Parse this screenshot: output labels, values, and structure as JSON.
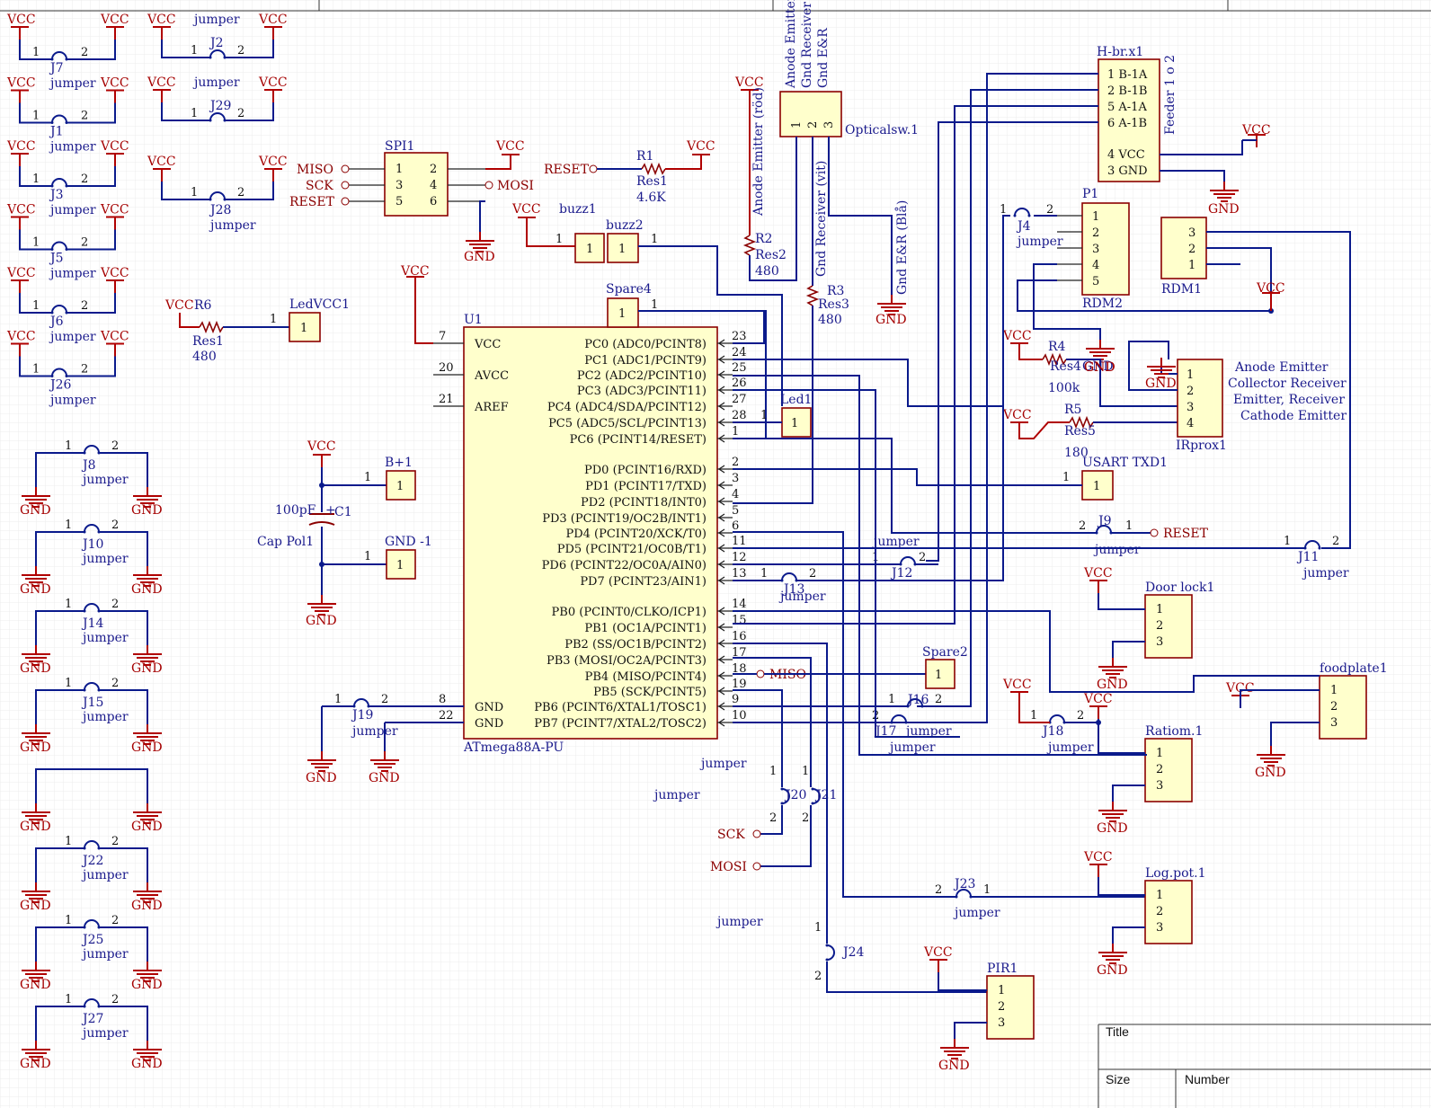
{
  "title_block": {
    "title": "Title",
    "size": "Size",
    "number": "Number"
  },
  "rails": {
    "vcc": "VCC",
    "gnd": "GND"
  },
  "mcu": {
    "designator": "U1",
    "part": "ATmega88A-PU",
    "left_pins": [
      {
        "num": "7",
        "name": "VCC"
      },
      {
        "num": "20",
        "name": "AVCC"
      },
      {
        "num": "21",
        "name": "AREF"
      },
      {
        "num": "8",
        "name": "GND"
      },
      {
        "num": "22",
        "name": "GND"
      }
    ],
    "right_pins": [
      {
        "num": "23",
        "name": "PC0 (ADC0/PCINT8)"
      },
      {
        "num": "24",
        "name": "PC1 (ADC1/PCINT9)"
      },
      {
        "num": "25",
        "name": "PC2 (ADC2/PCINT10)"
      },
      {
        "num": "26",
        "name": "PC3 (ADC3/PCINT11)"
      },
      {
        "num": "27",
        "name": "PC4 (ADC4/SDA/PCINT12)"
      },
      {
        "num": "28",
        "name": "PC5 (ADC5/SCL/PCINT13)"
      },
      {
        "num": "1",
        "name": "PC6 (PCINT14/RESET)"
      },
      {
        "num": "2",
        "name": "PD0 (PCINT16/RXD)"
      },
      {
        "num": "3",
        "name": "PD1 (PCINT17/TXD)"
      },
      {
        "num": "4",
        "name": "PD2 (PCINT18/INT0)"
      },
      {
        "num": "5",
        "name": "PD3 (PCINT19/OC2B/INT1)"
      },
      {
        "num": "6",
        "name": "PD4 (PCINT20/XCK/T0)"
      },
      {
        "num": "11",
        "name": "PD5 (PCINT21/OC0B/T1)"
      },
      {
        "num": "12",
        "name": "PD6 (PCINT22/OC0A/AIN0)"
      },
      {
        "num": "13",
        "name": "PD7 (PCINT23/AIN1)"
      },
      {
        "num": "14",
        "name": "PB0 (PCINT0/CLKO/ICP1)"
      },
      {
        "num": "15",
        "name": "PB1 (OC1A/PCINT1)"
      },
      {
        "num": "16",
        "name": "PB2 (SS/OC1B/PCINT2)"
      },
      {
        "num": "17",
        "name": "PB3 (MOSI/OC2A/PCINT3)"
      },
      {
        "num": "18",
        "name": "PB4 (MISO/PCINT4)"
      },
      {
        "num": "19",
        "name": "PB5 (SCK/PCINT5)"
      },
      {
        "num": "9",
        "name": "PB6 (PCINT6/XTAL1/TOSC1)"
      },
      {
        "num": "10",
        "name": "PB7 (PCINT7/XTAL2/TOSC2)"
      }
    ]
  },
  "vcc_jumpers": [
    {
      "ref": "J7",
      "note": "jumper"
    },
    {
      "ref": "J1",
      "note": "jumper"
    },
    {
      "ref": "J3",
      "note": "jumper"
    },
    {
      "ref": "J5",
      "note": "jumper"
    },
    {
      "ref": "J6",
      "note": "jumper"
    },
    {
      "ref": "J26",
      "note": "jumper"
    }
  ],
  "vcc_jumpers_2": [
    {
      "ref": "J2",
      "note": "jumper"
    },
    {
      "ref": "J29",
      "note": "jumper"
    },
    {
      "ref": "J28",
      "note": "jumper"
    }
  ],
  "gnd_jumpers": [
    {
      "ref": "J8",
      "note": "jumper"
    },
    {
      "ref": "J10",
      "note": "jumper"
    },
    {
      "ref": "J14",
      "note": "jumper"
    },
    {
      "ref": "J15",
      "note": "jumper"
    },
    {
      "ref": "",
      "note": ""
    },
    {
      "ref": "J22",
      "note": "jumper"
    },
    {
      "ref": "J25",
      "note": "jumper"
    },
    {
      "ref": "J27",
      "note": "jumper"
    }
  ],
  "spi": {
    "ref": "SPI1",
    "pins": [
      "1",
      "2",
      "3",
      "4",
      "5",
      "6"
    ],
    "miso": "MISO",
    "sck": "SCK",
    "reset": "RESET",
    "mosi": "MOSI"
  },
  "r1": {
    "ref": "R1",
    "type": "Res1",
    "value": "4.6K",
    "net": "RESET"
  },
  "r6": {
    "ref": "R6",
    "type": "Res1",
    "value": "480"
  },
  "led_vcc": {
    "ref": "LedVCC1",
    "pin": "1"
  },
  "buzz": {
    "ref1": "buzz1",
    "ref2": "buzz2",
    "pin": "1"
  },
  "spare4": {
    "ref": "Spare4",
    "pin": "1"
  },
  "spare2": {
    "ref": "Spare2",
    "pin": "1"
  },
  "led1": {
    "ref": "Led1",
    "pin": "1"
  },
  "bplus": {
    "ref": "B+1",
    "pin": "1"
  },
  "gnd1": {
    "ref": "GND -1",
    "pin": "1"
  },
  "c1": {
    "ref": "C1",
    "value": "100pF",
    "type": "Cap Pol1",
    "plus": "+"
  },
  "optical": {
    "ref": "Opticalsw.1",
    "pins": [
      "1",
      "2",
      "3"
    ],
    "head": [
      "Anode Emitter",
      "Gnd Receiver",
      "Gnd E&R"
    ],
    "wire_labels": [
      "Anode Emitter (röd)",
      "Gnd Receiver (vit)",
      "Gnd E&R (Blå)"
    ]
  },
  "r2": {
    "ref": "R2",
    "type": "Res2",
    "value": "480"
  },
  "r3": {
    "ref": "R3",
    "type": "Res3",
    "value": "480"
  },
  "hbridge": {
    "ref": "H-br.x1",
    "pins": [
      "1 B-1A",
      "2 B-1B",
      "5 A-1A",
      "6 A-1B",
      "4 VCC",
      "3 GND"
    ],
    "note": "Feeder 1 o 2"
  },
  "p1": {
    "ref": "P1",
    "ref2": "RDM2",
    "pins": [
      "1",
      "2",
      "3",
      "4",
      "5"
    ]
  },
  "rdm1": {
    "ref": "RDM1",
    "pins": [
      "3",
      "2",
      "1"
    ]
  },
  "j4": {
    "ref": "J4",
    "note": "jumper",
    "p1": "1",
    "p2": "2"
  },
  "r4": {
    "ref": "R4",
    "type": "Res4",
    "value": "100k",
    "gnd": "GND"
  },
  "r5": {
    "ref": "R5",
    "type": "Res5",
    "value": "180"
  },
  "irprox": {
    "ref": "IRprox1",
    "pins": [
      "1",
      "2",
      "3",
      "4"
    ],
    "notes": [
      "Anode Emitter",
      "Collector Receiver",
      "Emitter, Receiver",
      "Cathode Emitter"
    ]
  },
  "usart": {
    "ref": "USART TXD1",
    "pin": "1"
  },
  "j9": {
    "ref": "J9",
    "note": "jumper",
    "net": "RESET"
  },
  "j11": {
    "ref": "J11",
    "note": "jumper"
  },
  "j12": {
    "ref": "J12",
    "note": "jumper"
  },
  "j13": {
    "ref": "J13",
    "note": "jumper"
  },
  "j16": {
    "ref": "J16",
    "note": "jumper"
  },
  "j17": {
    "ref": "J17",
    "note": "jumper"
  },
  "j18": {
    "ref": "J18",
    "note": "jumper"
  },
  "j19": {
    "ref": "J19",
    "note": "jumper"
  },
  "j20": {
    "ref": "J20",
    "note": "jumper"
  },
  "j21": {
    "ref": "J21",
    "note": "jumper"
  },
  "j23": {
    "ref": "J23",
    "note": "jumper"
  },
  "j24": {
    "ref": "J24",
    "note": "jumper"
  },
  "door": {
    "ref": "Door lock1",
    "pins": [
      "1",
      "2",
      "3"
    ]
  },
  "food": {
    "ref": "foodplate1",
    "pins": [
      "1",
      "2",
      "3"
    ]
  },
  "ratio": {
    "ref": "Ratiom.1",
    "pins": [
      "1",
      "2",
      "3"
    ]
  },
  "logpot": {
    "ref": "Log.pot.1",
    "pins": [
      "1",
      "2",
      "3"
    ]
  },
  "pir": {
    "ref": "PIR1",
    "pins": [
      "1",
      "2",
      "3"
    ]
  },
  "nets": {
    "miso": "MISO",
    "sck": "SCK",
    "mosi": "MOSI"
  }
}
